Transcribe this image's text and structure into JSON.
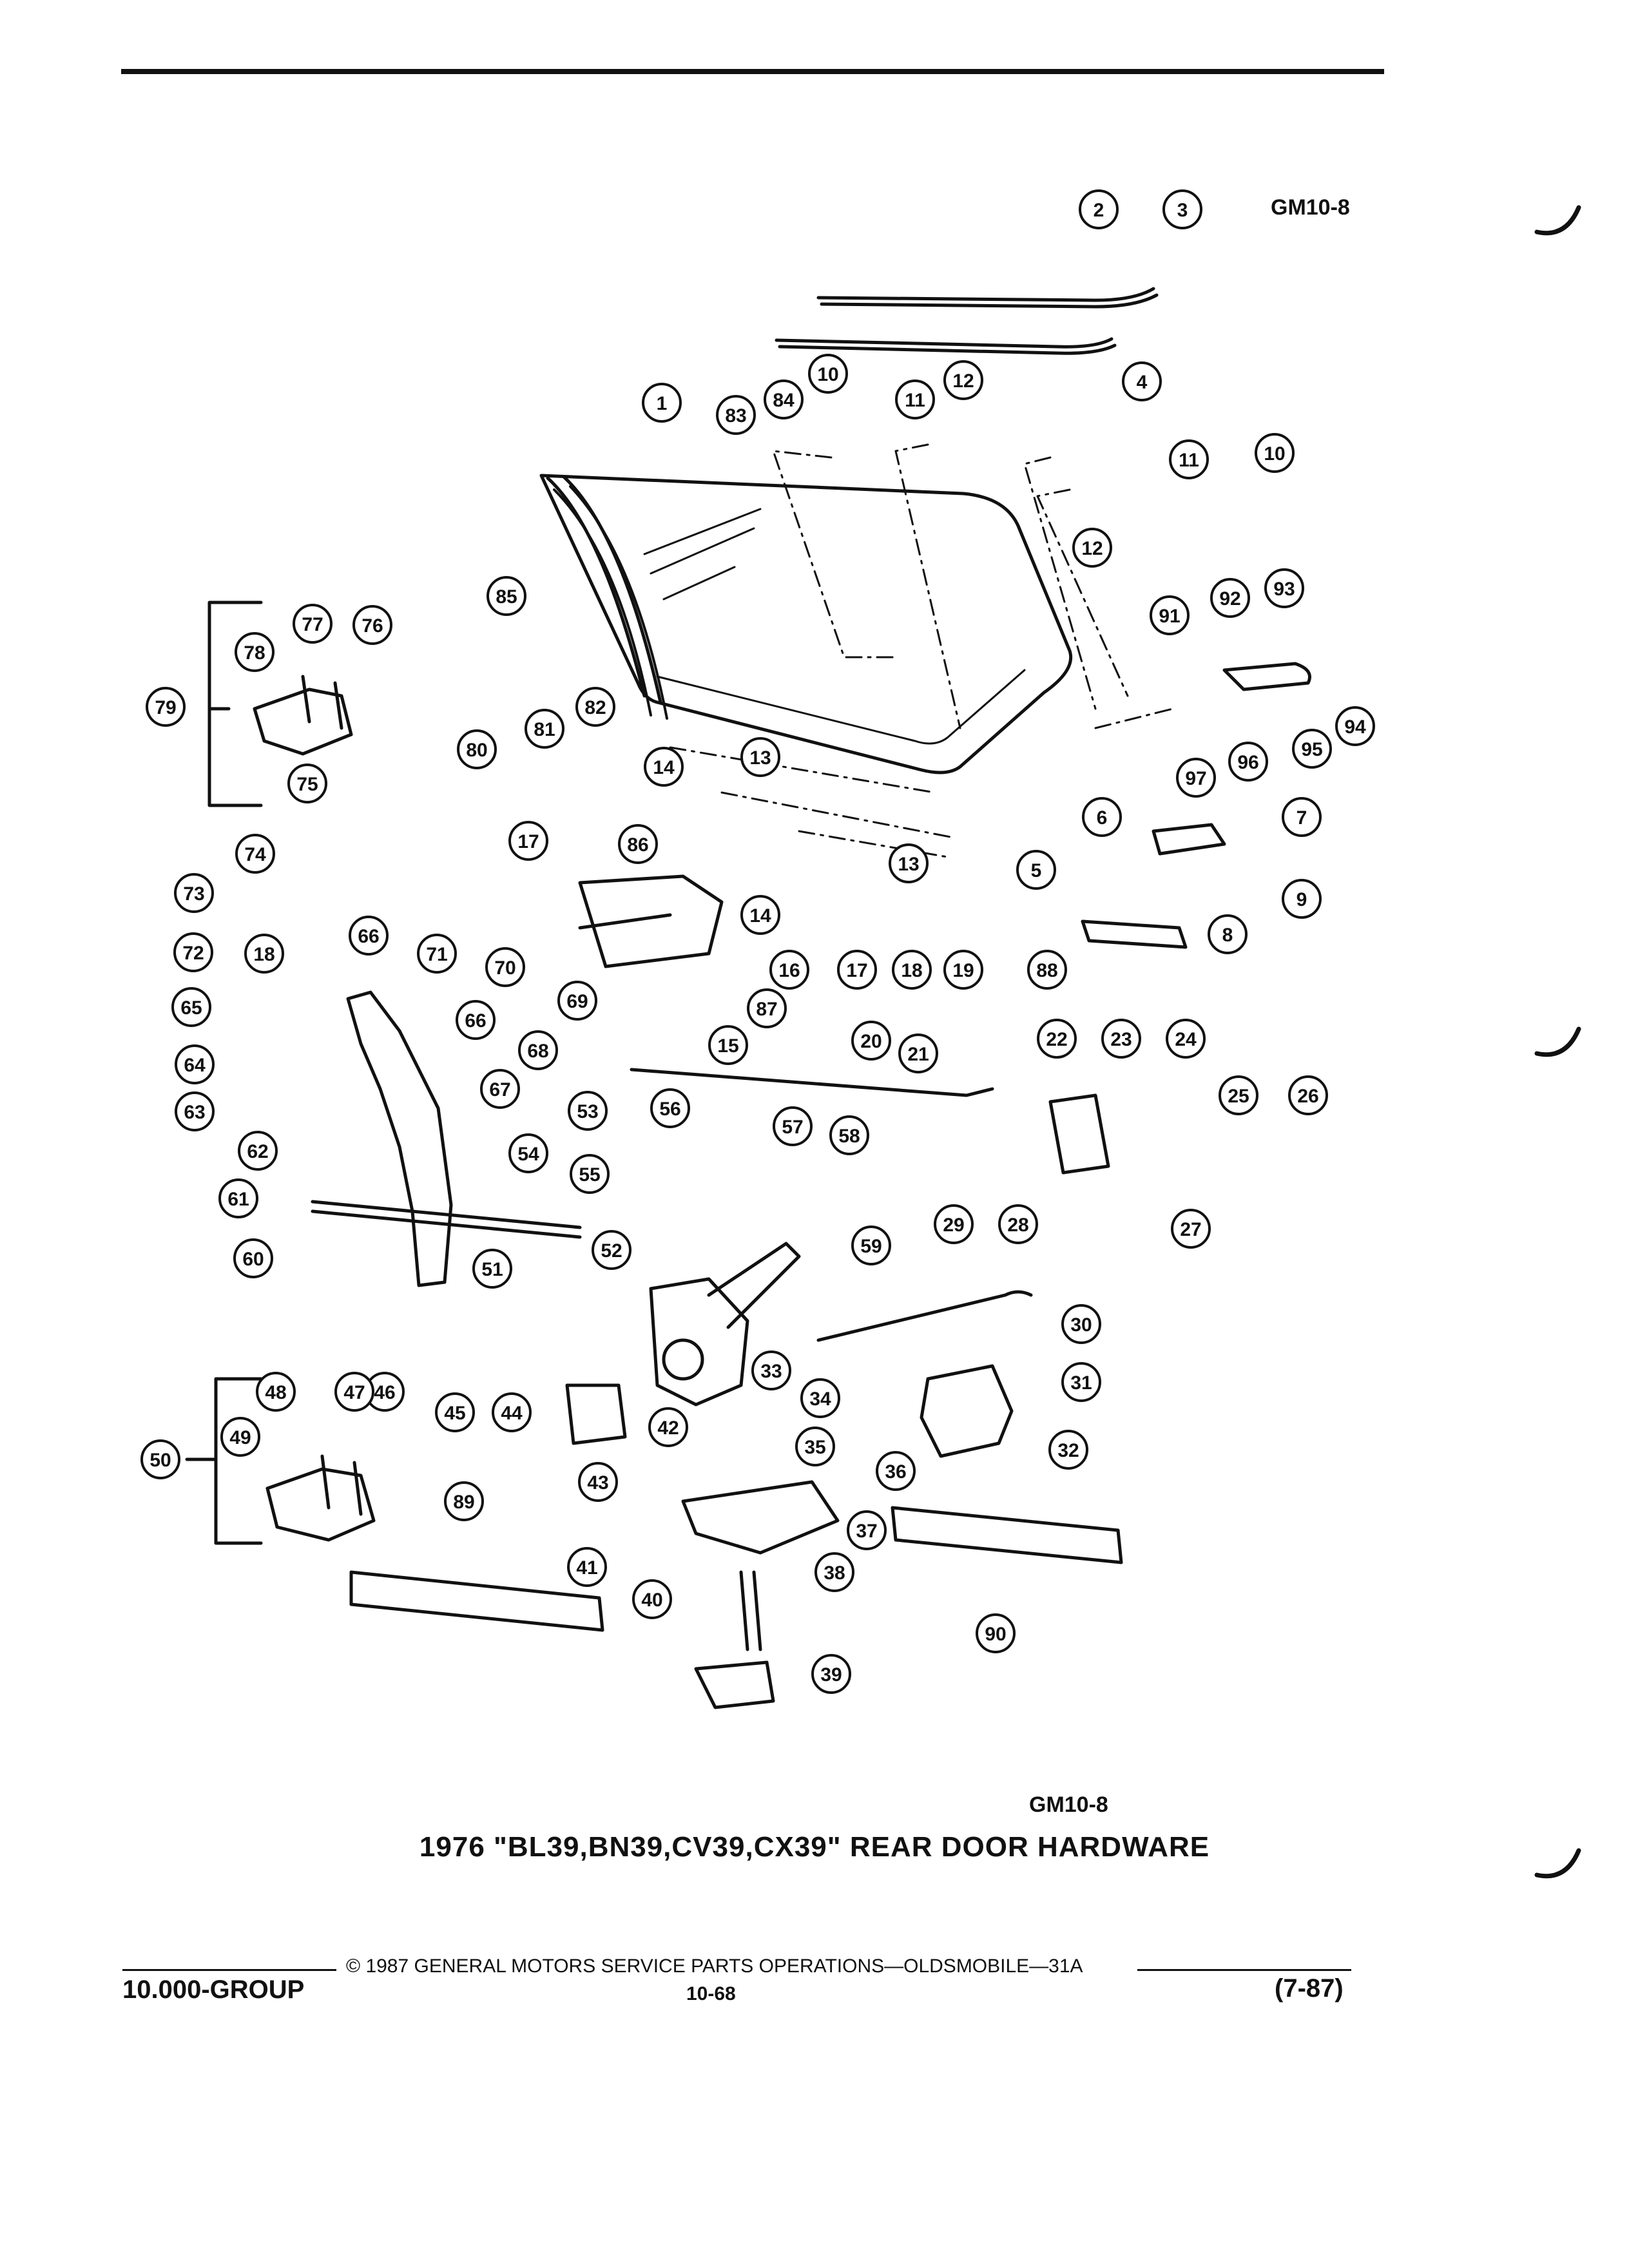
{
  "header": {
    "figure_code": "GM10-8"
  },
  "figure": {
    "figure_code": "GM10-8",
    "title": "1976 \"BL39,BN39,CV39,CX39\" REAR DOOR HARDWARE",
    "callouts": [
      {
        "label": "1"
      },
      {
        "label": "2"
      },
      {
        "label": "3"
      },
      {
        "label": "4"
      },
      {
        "label": "5"
      },
      {
        "label": "6"
      },
      {
        "label": "7"
      },
      {
        "label": "8"
      },
      {
        "label": "9"
      },
      {
        "label": "10"
      },
      {
        "label": "10"
      },
      {
        "label": "11"
      },
      {
        "label": "11"
      },
      {
        "label": "12"
      },
      {
        "label": "12"
      },
      {
        "label": "13"
      },
      {
        "label": "13"
      },
      {
        "label": "14"
      },
      {
        "label": "14"
      },
      {
        "label": "15"
      },
      {
        "label": "16"
      },
      {
        "label": "17"
      },
      {
        "label": "17"
      },
      {
        "label": "18"
      },
      {
        "label": "18"
      },
      {
        "label": "19"
      },
      {
        "label": "20"
      },
      {
        "label": "21"
      },
      {
        "label": "22"
      },
      {
        "label": "23"
      },
      {
        "label": "24"
      },
      {
        "label": "25"
      },
      {
        "label": "26"
      },
      {
        "label": "27"
      },
      {
        "label": "28"
      },
      {
        "label": "29"
      },
      {
        "label": "30"
      },
      {
        "label": "31"
      },
      {
        "label": "32"
      },
      {
        "label": "33"
      },
      {
        "label": "34"
      },
      {
        "label": "35"
      },
      {
        "label": "36"
      },
      {
        "label": "37"
      },
      {
        "label": "38"
      },
      {
        "label": "39"
      },
      {
        "label": "40"
      },
      {
        "label": "41"
      },
      {
        "label": "42"
      },
      {
        "label": "43"
      },
      {
        "label": "44"
      },
      {
        "label": "45"
      },
      {
        "label": "46"
      },
      {
        "label": "47"
      },
      {
        "label": "48"
      },
      {
        "label": "49"
      },
      {
        "label": "50"
      },
      {
        "label": "51"
      },
      {
        "label": "52"
      },
      {
        "label": "53"
      },
      {
        "label": "54"
      },
      {
        "label": "55"
      },
      {
        "label": "56"
      },
      {
        "label": "57"
      },
      {
        "label": "58"
      },
      {
        "label": "59"
      },
      {
        "label": "60"
      },
      {
        "label": "61"
      },
      {
        "label": "62"
      },
      {
        "label": "63"
      },
      {
        "label": "64"
      },
      {
        "label": "65"
      },
      {
        "label": "66"
      },
      {
        "label": "66"
      },
      {
        "label": "67"
      },
      {
        "label": "68"
      },
      {
        "label": "69"
      },
      {
        "label": "70"
      },
      {
        "label": "71"
      },
      {
        "label": "72"
      },
      {
        "label": "73"
      },
      {
        "label": "74"
      },
      {
        "label": "75"
      },
      {
        "label": "76"
      },
      {
        "label": "77"
      },
      {
        "label": "78"
      },
      {
        "label": "79"
      },
      {
        "label": "80"
      },
      {
        "label": "81"
      },
      {
        "label": "82"
      },
      {
        "label": "83"
      },
      {
        "label": "84"
      },
      {
        "label": "85"
      },
      {
        "label": "86"
      },
      {
        "label": "87"
      },
      {
        "label": "88"
      },
      {
        "label": "89"
      },
      {
        "label": "90"
      },
      {
        "label": "91"
      },
      {
        "label": "92"
      },
      {
        "label": "93"
      },
      {
        "label": "94"
      },
      {
        "label": "95"
      },
      {
        "label": "96"
      },
      {
        "label": "97"
      }
    ]
  },
  "footer": {
    "copyright": "© 1987 GENERAL MOTORS SERVICE PARTS OPERATIONS—OLDSMOBILE—31A",
    "group": "10.000-GROUP",
    "page_number": "10-68",
    "date_code": "(7-87)"
  }
}
